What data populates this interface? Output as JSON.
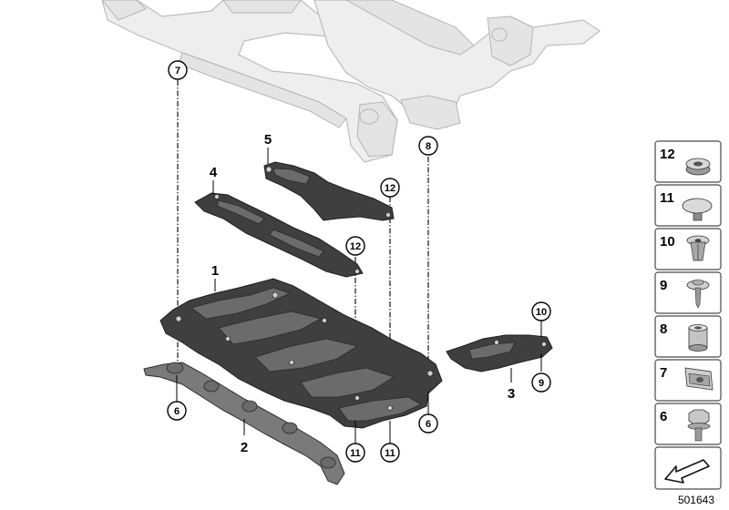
{
  "diagram": {
    "id_number": "501643",
    "part_labels": [
      "1",
      "2",
      "3",
      "4",
      "5"
    ],
    "callouts": [
      "7",
      "8",
      "12",
      "12",
      "10",
      "9",
      "6",
      "6",
      "11",
      "11"
    ],
    "legend": [
      {
        "number": "12",
        "icon": "spacer-nut-icon"
      },
      {
        "number": "11",
        "icon": "expanding-rivet-icon"
      },
      {
        "number": "10",
        "icon": "spreading-rivet-icon"
      },
      {
        "number": "9",
        "icon": "collar-screw-icon"
      },
      {
        "number": "8",
        "icon": "sleeve-icon"
      },
      {
        "number": "7",
        "icon": "clip-nut-icon"
      },
      {
        "number": "6",
        "icon": "hex-bolt-icon"
      }
    ],
    "direction_icon": "forward-arrow-icon"
  }
}
